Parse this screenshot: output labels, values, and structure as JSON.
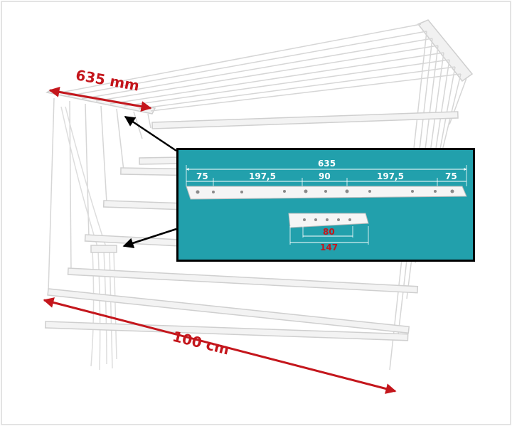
{
  "dimensions": {
    "width_label": "635 mm",
    "length_label": "100 cm"
  },
  "inset": {
    "rail_total": "635",
    "rail_segments": [
      "75",
      "197,5",
      "90",
      "197,5",
      "75"
    ],
    "bracket_inner": "80",
    "bracket_outer": "147"
  },
  "colors": {
    "inset_bg": "#22a0ac",
    "dimension_red": "#c4161c",
    "frame_gray": "#cfcfcf"
  }
}
